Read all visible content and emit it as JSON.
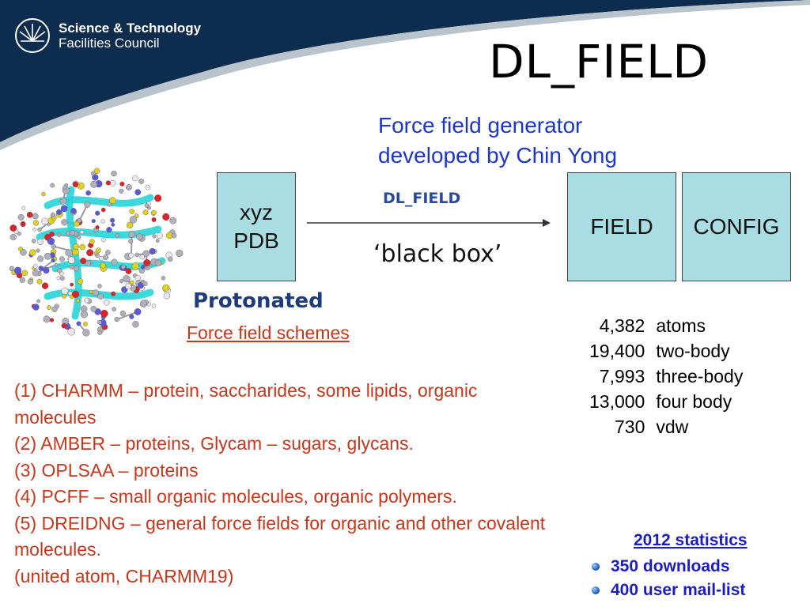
{
  "logo": {
    "line1": "Science & Technology",
    "line2": "Facilities Council"
  },
  "title": "DL_FIELD",
  "subtitle": {
    "line1": "Force field generator",
    "line2": "developed by Chin Yong"
  },
  "input_box": {
    "line1": "xyz",
    "line2": "PDB"
  },
  "arrow_label": "DL_FIELD",
  "black_box": "‘black box’",
  "output_boxes": [
    "FIELD",
    "CONFIG"
  ],
  "protonated": "Protonated",
  "schemes_heading": "Force field schemes",
  "schemes": [
    "(1) CHARMM – protein, saccharides, some lipids, organic molecules",
    "(2) AMBER – proteins, Glycam – sugars, glycans.",
    "(3) OPLSAA – proteins",
    "(4) PCFF – small organic molecules, organic polymers.",
    "(5) DREIDNG – general force fields for organic and other covalent molecules.",
    "(united atom, CHARMM19)"
  ],
  "stats": [
    {
      "value": "4,382",
      "label": "atoms"
    },
    {
      "value": "19,400",
      "label": "two-body"
    },
    {
      "value": "7,993",
      "label": "three-body"
    },
    {
      "value": "13,000",
      "label": "four body"
    },
    {
      "value": "730",
      "label": "vdw"
    }
  ],
  "statistics_2012": {
    "heading": "2012 statistics",
    "items": [
      "350 downloads",
      "400 user mail-list"
    ]
  },
  "colors": {
    "header": "#0e2c4e",
    "box_fill": "#a9dde3",
    "subtitle": "#1c36c8",
    "schemes": "#c8361b",
    "stats_2012": "#1c1cc4"
  },
  "icons": {
    "logo": "sunburst-logo-icon",
    "molecule": "protein-molecule-image",
    "arrow": "right-arrow-icon"
  }
}
